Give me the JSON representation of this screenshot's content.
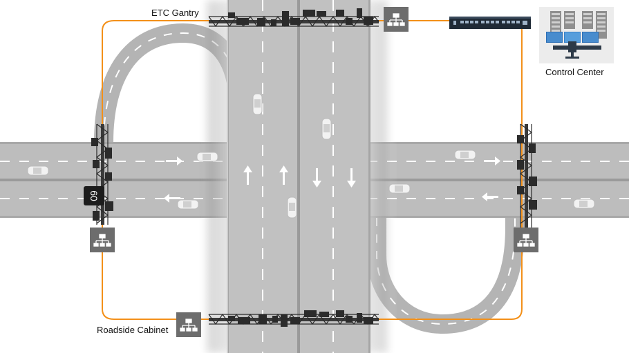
{
  "labels": {
    "etc_gantry": "ETC Gantry",
    "control_center": "Control Center",
    "roadside_cabinet": "Roadside Cabinet",
    "speed_sign": "60"
  },
  "colors": {
    "road": "#b9b9b9",
    "road_dark": "#9e9e9e",
    "lane_marking": "#ffffff",
    "fiber_link": "#f39019",
    "gantry": "#2b2b2b",
    "cabinet": "#6d6d6d",
    "switch": "#1f2a36",
    "background": "#ffffff"
  },
  "icons": [
    "network-switch-icon",
    "server-rack-icon",
    "monitor-wall-icon",
    "operator-desk-icon",
    "car-icon",
    "arrow-icon",
    "speed-sign-icon"
  ]
}
